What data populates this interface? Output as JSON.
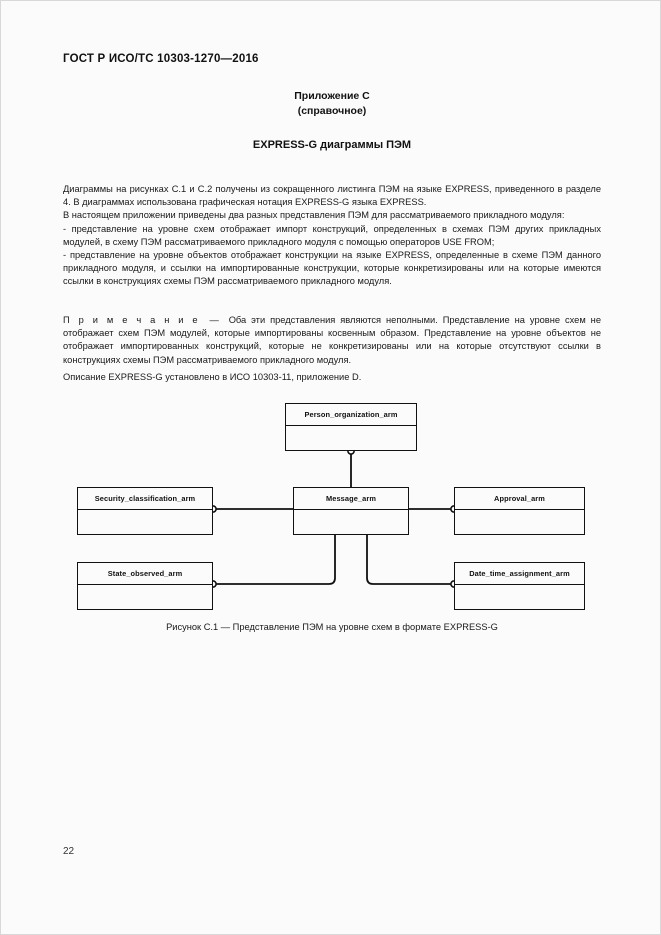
{
  "document": {
    "header": "ГОСТ Р ИСО/ТС 10303-1270—2016",
    "page_number": "22"
  },
  "annex": {
    "label": "Приложение С",
    "kind": "(справочное)",
    "title": "EXPRESS-G диаграммы ПЭМ"
  },
  "paragraphs": {
    "p1": "Диаграммы на рисунках С.1 и С.2 получены из сокращенного листинга ПЭМ на языке EXPRESS, приведенного в разделе 4. В диаграммах использована графическая нотация EXPRESS-G языка EXPRESS.",
    "p2": "В настоящем приложении приведены два разных представления ПЭМ для рассматриваемого прикладного модуля:",
    "p3": "- представление на уровне схем отображает импорт конструкций, определенных в схемах ПЭМ других прикладных модулей, в схему ПЭМ рассматриваемого прикладного модуля с помощью операторов USE FROM;",
    "p4": "- представление на уровне объектов отображает конструкции на языке EXPRESS, определенные в схеме ПЭМ данного прикладного модуля, и ссылки на импортированные конструкции, которые конкретизированы или на которые имеются ссылки в конструкциях схемы ПЭМ рассматриваемого прикладного модуля.",
    "note_label": "П р и м е ч а н и е",
    "note_dash": "—",
    "note_text": "Оба эти представления являются неполными. Представление на уровне схем не отображает схем ПЭМ модулей, которые импортированы косвенным образом. Представление на уровне объектов не отображает импортированных конструкций, которые не конкретизированы или на которые отсутствуют ссылки в конструкциях схемы ПЭМ рассматриваемого прикладного модуля.",
    "p5": "Описание EXPRESS-G установлено в ИСО 10303-11, приложение D."
  },
  "figure": {
    "caption": "Рисунок С.1 — Представление ПЭМ на уровне схем в формате EXPRESS-G",
    "boxes": [
      {
        "id": "person_organization_arm",
        "label": "Person_organization_arm"
      },
      {
        "id": "security_classification_arm",
        "label": "Security_classification_arm"
      },
      {
        "id": "message_arm",
        "label": "Message_arm"
      },
      {
        "id": "approval_arm",
        "label": "Approval_arm"
      },
      {
        "id": "state_observed_arm",
        "label": "State_observed_arm"
      },
      {
        "id": "date_time_assignment_arm",
        "label": "Date_time_assignment_arm"
      }
    ]
  },
  "colors": {
    "ink": "#111111",
    "page": "#fbfbfb",
    "border": "#d8d8d8"
  }
}
